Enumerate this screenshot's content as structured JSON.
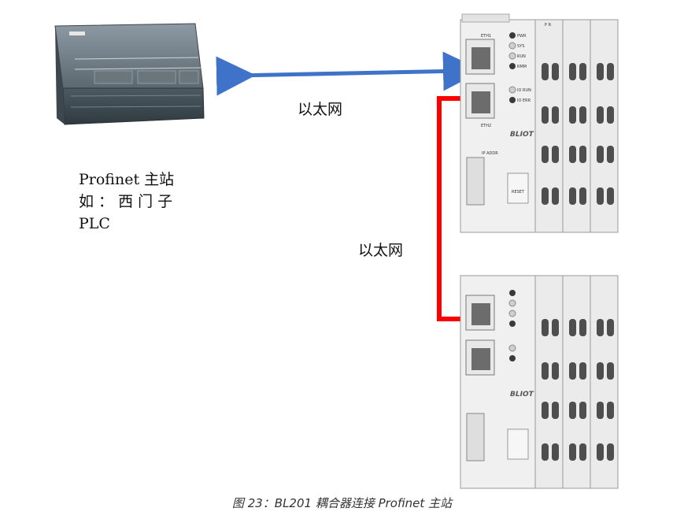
{
  "plc": {
    "line1": "Profinet 主站",
    "line2": "如 ： 西 门 子",
    "line3": "PLC"
  },
  "links": {
    "top": "以太网",
    "middle": "以太网"
  },
  "couplers": {
    "eth1": "ETH1",
    "eth2": "ETH2",
    "pwr": "PWR",
    "sys": "SYS",
    "run": "RUN",
    "rmm": "RMM",
    "iorun": "IO RUN",
    "ioerr": "IO ERR",
    "brand": "BLIOT",
    "ipaddr": "IP ADDR",
    "reset": "RESET",
    "pr": "P R"
  },
  "colors": {
    "blue_arrow": "#3f72c9",
    "red_arrow": "#ff0000"
  },
  "caption": "图 23：BL201 耦合器连接 Profinet 主站"
}
